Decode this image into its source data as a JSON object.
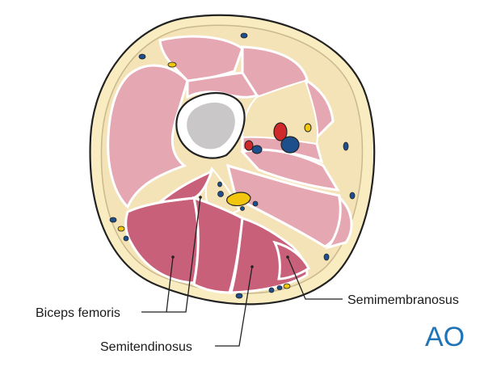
{
  "labels": {
    "biceps_femoris": "Biceps femoris",
    "semitendinosus": "Semitendinosus",
    "semimembranosus": "Semimembranosus"
  },
  "logo": {
    "text": "AO",
    "color": "#1f73b7"
  },
  "colors": {
    "skin_outline": "#222222",
    "fat": "#f8ecc0",
    "muscle_light": "#e5a8b3",
    "muscle_dark": "#c8607a",
    "bone_cortex": "#ffffff",
    "bone_marrow": "#c9c7c7",
    "artery": "#d0292c",
    "vein": "#1d4f8c",
    "nerve": "#f2c60f"
  }
}
